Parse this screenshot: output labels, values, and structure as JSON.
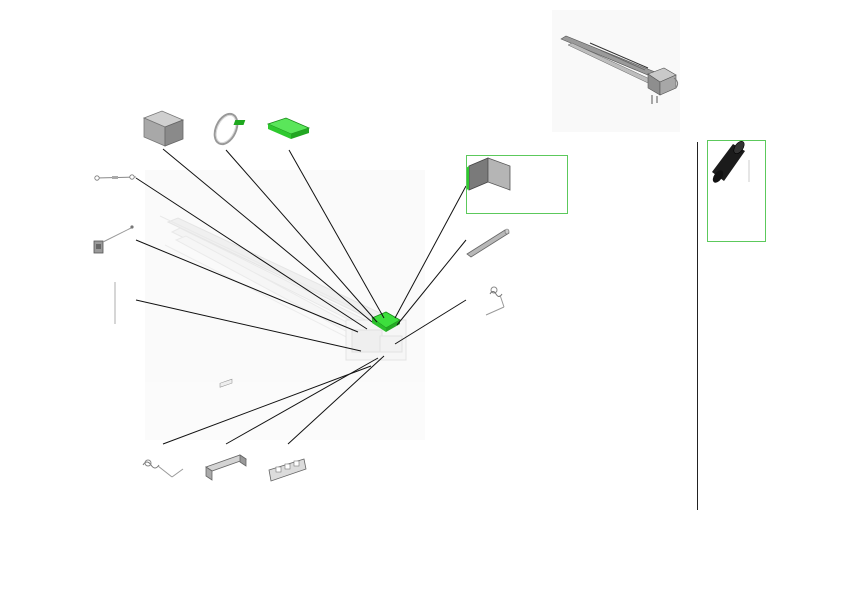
{
  "diagram": {
    "kind": "exploded-parts-view",
    "colors": {
      "leader_line": "#111111",
      "highlight_part": "#3ddf3d",
      "highlight_box": "#5cc95c",
      "part_gray": "#8a8a8a",
      "ghost_assembly": "#e6e6e6"
    },
    "parts": [
      {
        "name": "gray-block",
        "icon": "gray-box-part-icon"
      },
      {
        "name": "o-ring",
        "icon": "ring-part-icon"
      },
      {
        "name": "green-bracket",
        "icon": "green-bracket-part-icon",
        "highlighted": true
      },
      {
        "name": "cable-sensor",
        "icon": "cable-part-icon"
      },
      {
        "name": "small-connector",
        "icon": "connector-part-icon"
      },
      {
        "name": "thin-rod",
        "icon": "rod-part-icon"
      },
      {
        "name": "spring-left",
        "icon": "spring-part-icon"
      },
      {
        "name": "clip-frame",
        "icon": "clip-part-icon"
      },
      {
        "name": "latch-plate",
        "icon": "plate-part-icon"
      },
      {
        "name": "corner-bracket",
        "icon": "corner-bracket-part-icon",
        "highlighted": true
      },
      {
        "name": "roller-shaft",
        "icon": "shaft-part-icon"
      },
      {
        "name": "spring-right",
        "icon": "spring-part-icon"
      },
      {
        "name": "black-roller",
        "icon": "roller-part-icon",
        "highlighted": true
      },
      {
        "name": "assembly-overview",
        "icon": "assembly-overview-icon"
      }
    ]
  }
}
